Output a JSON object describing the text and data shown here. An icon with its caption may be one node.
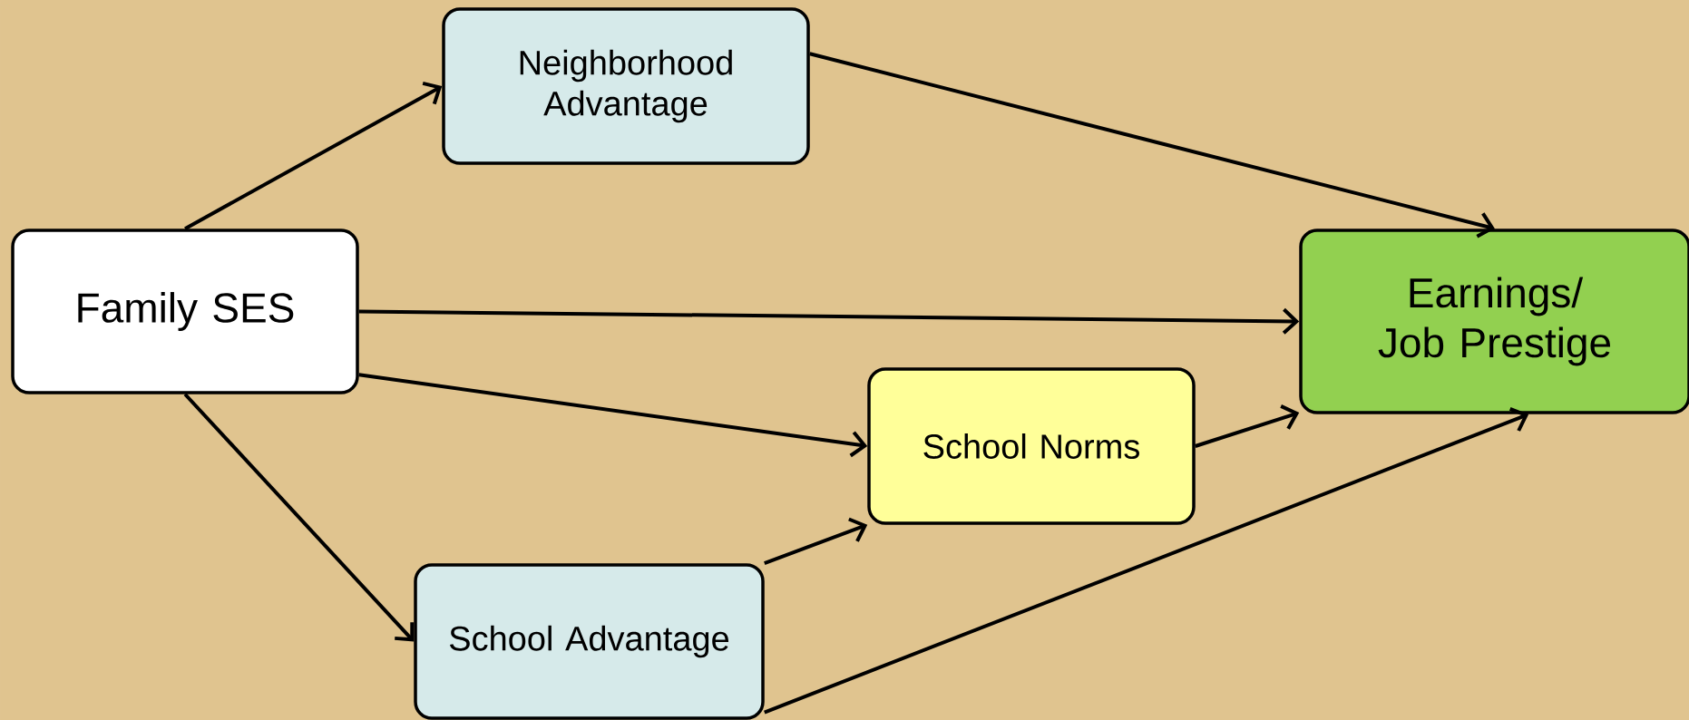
{
  "diagram": {
    "nodes": [
      {
        "text": [
          "Family SES"
        ]
      },
      {
        "text": [
          "Neighborhood Advantage"
        ]
      },
      {
        "text": [
          "Earnings/ Job Prestige"
        ]
      },
      {
        "text": [
          "School Norms"
        ]
      },
      {
        "text": [
          "School Advantage"
        ]
      }
    ],
    "edges": [
      {
        "from": 0,
        "to": 1,
        "arrow": "to"
      },
      {
        "from": 1,
        "to": 2,
        "arrow": "to"
      },
      {
        "from": 0,
        "to": 2,
        "arrow": "to"
      },
      {
        "from": 0,
        "to": 3,
        "arrow": "to"
      },
      {
        "from": 0,
        "to": 4,
        "arrow": "to"
      },
      {
        "from": 4,
        "to": 3,
        "arrow": "to"
      },
      {
        "from": 3,
        "to": 2,
        "arrow": "to"
      },
      {
        "from": 4,
        "to": 2,
        "arrow": "to"
      }
    ]
  }
}
